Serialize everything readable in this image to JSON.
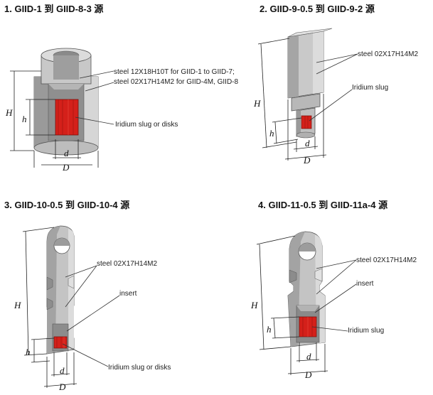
{
  "panels": [
    {
      "title": "1.   GIID-1 到 GIID-8-3 源",
      "labels": [
        "steel 12X18H10T for GIID-1 to GIID-7;",
        "steel 02X17H14M2 for GIID-4M, GIID-8",
        "Iridium slug or disks"
      ],
      "dims": {
        "H": "H",
        "h": "h",
        "d": "d",
        "D": "D"
      }
    },
    {
      "title": "2.   GIID-9-0.5 到 GIID-9-2 源",
      "labels": [
        "steel 02X17H14M2",
        "Iridium slug"
      ],
      "dims": {
        "H": "H",
        "h": "h",
        "d": "d",
        "D": "D"
      }
    },
    {
      "title": "3.   GIID-10-0.5 到 GIID-10-4 源",
      "labels": [
        "steel 02X17H14M2",
        "insert",
        "Iridium slug or disks"
      ],
      "dims": {
        "H": "H",
        "h": "h",
        "d": "d",
        "D": "D"
      }
    },
    {
      "title": "4.   GIID-11-0.5 到 GIID-11a-4 源",
      "labels": [
        "steel 02X17H14M2",
        "insert",
        "Iridium slug"
      ],
      "dims": {
        "H": "H",
        "h": "h",
        "d": "d",
        "D": "D"
      }
    }
  ],
  "colors": {
    "steel_light": "#c9c9c9",
    "steel_mid": "#a8a8a8",
    "steel_dark": "#7d7d7d",
    "iridium": "#d4201a",
    "iridium_dark": "#9a1510"
  }
}
